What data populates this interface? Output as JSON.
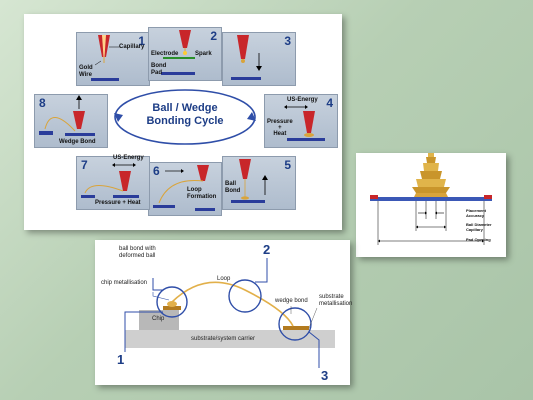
{
  "cycle": {
    "title_line1": "Ball / Wedge",
    "title_line2": "Bonding Cycle",
    "steps": [
      {
        "num": "1",
        "labels": {
          "gold_wire": "Gold\nWire",
          "capillary": "Capillary"
        }
      },
      {
        "num": "2",
        "labels": {
          "electrode": "Electrode",
          "spark": "Spark",
          "bond_pad": "Bond\nPad"
        }
      },
      {
        "num": "3"
      },
      {
        "num": "4",
        "labels": {
          "us_energy": "US-Energy",
          "pressure_heat": "Pressure\n+\nHeat"
        }
      },
      {
        "num": "5",
        "labels": {
          "ball_bond": "Ball\nBond"
        }
      },
      {
        "num": "6",
        "labels": {
          "loop_formation": "Loop\nFormation"
        }
      },
      {
        "num": "7",
        "labels": {
          "us_energy": "US-Energy",
          "pressure_heat": "Pressure + Heat"
        }
      },
      {
        "num": "8",
        "labels": {
          "wedge_bond": "Wedge Bond"
        }
      }
    ]
  },
  "detail": {
    "placement_accuracy": "Placement\nAccuracy",
    "ball_diameter": "Ball Diameter\nCapillary",
    "pad_opening": "Pad Opening"
  },
  "process": {
    "ball_bond": "ball bond with\ndeformed ball",
    "chip_metallisation": "chip metallisation",
    "loop": "Loop",
    "wedge_bond": "wedge bond",
    "substrate_metallisation": "substrate\nmetallisation",
    "chip": "Chip",
    "carrier": "substrate/system carrier",
    "num1": "1",
    "num2": "2",
    "num3": "3"
  },
  "colors": {
    "capillary_red": "#c8262a",
    "gold": "#d9a43b",
    "pad_blue": "#2a3c9a",
    "title_blue": "#1d3d86"
  }
}
